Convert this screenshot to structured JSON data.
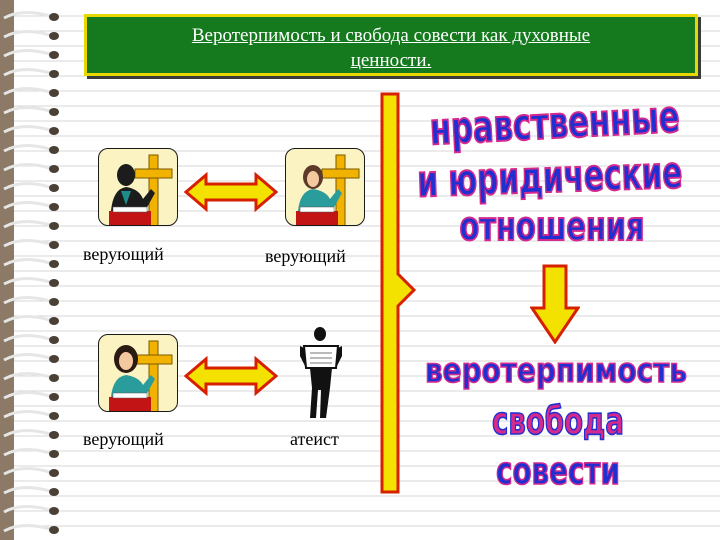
{
  "slide": {
    "title_line1": "Веротерпимость и свобода совести как духовные",
    "title_line2": "ценности."
  },
  "pairs": [
    {
      "left_label": "верующий",
      "right_label": "верующий"
    },
    {
      "left_label": "верующий",
      "right_label": "атеист"
    }
  ],
  "relations": {
    "line1": "нравственные",
    "line2": "и юридические",
    "line3": "отношения"
  },
  "result": {
    "line1": "веротерпимость",
    "line2": "свобода",
    "line3": "совести"
  },
  "colors": {
    "title_bg": "#157a1e",
    "title_border": "#e8d800",
    "arrow_fill": "#f3e200",
    "arrow_stroke": "#d62000",
    "wordart_fill": "#1f2fd0",
    "wordart_stroke": "#d42a8e",
    "cross": "#f2b200"
  }
}
